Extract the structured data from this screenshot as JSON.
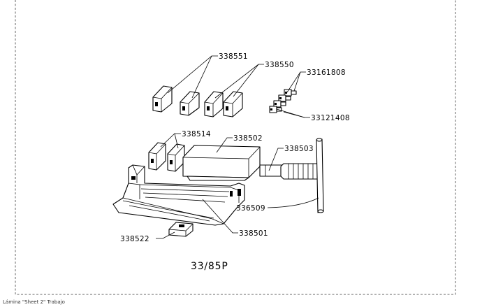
{
  "drawing": {
    "model": "33/85P",
    "callouts": [
      {
        "id": "p338551",
        "number": "338551"
      },
      {
        "id": "p338550",
        "number": "338550"
      },
      {
        "id": "p33161808",
        "number": "33161808"
      },
      {
        "id": "p33121408",
        "number": "33121408"
      },
      {
        "id": "p338514",
        "number": "338514"
      },
      {
        "id": "p338502",
        "number": "338502"
      },
      {
        "id": "p338503",
        "number": "338503"
      },
      {
        "id": "p336509",
        "number": "336509"
      },
      {
        "id": "p338501",
        "number": "338501"
      },
      {
        "id": "p338522",
        "number": "338522"
      }
    ]
  },
  "footer": {
    "sheet_tab": "Lámina \"Sheet 2\" Trabajo"
  }
}
